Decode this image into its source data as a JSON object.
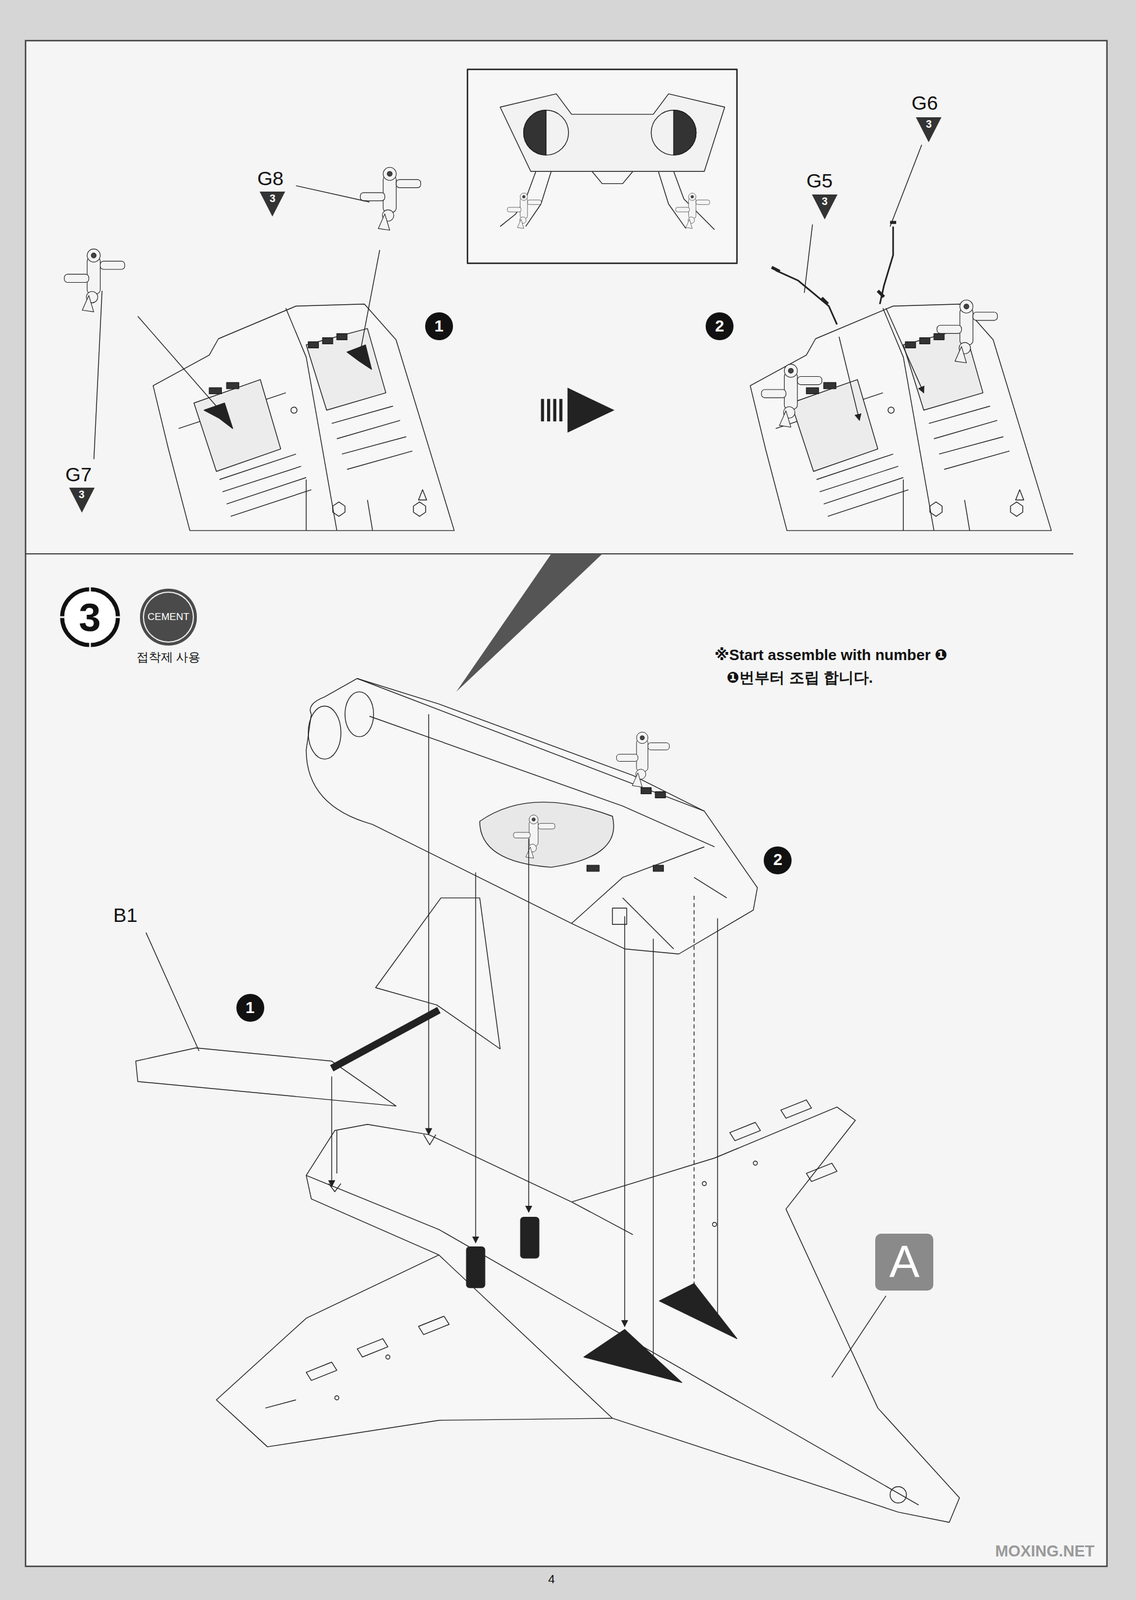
{
  "diagram": {
    "nodes": [
      {
        "text": [
          "3"
        ]
      },
      {
        "text": [
          "3"
        ]
      },
      {
        "text": [
          "1"
        ]
      },
      {
        "text": [
          "2"
        ]
      },
      {
        "text": [
          "3"
        ]
      },
      {
        "text": [
          "3"
        ]
      },
      {
        "text": [
          "3"
        ]
      },
      {
        "text": [
          "CEMENT",
          "접착제 사용"
        ]
      },
      {
        "text": [
          "1"
        ]
      },
      {
        "text": [
          "2"
        ]
      },
      {
        "text": [
          "A"
        ]
      }
    ],
    "labels": [
      "G8",
      "G7",
      "G5",
      "G6",
      "B1",
      "※Start assemble with number ❶",
      "❶번부터 조립 합니다.",
      "4",
      "MOXING.NET"
    ]
  }
}
